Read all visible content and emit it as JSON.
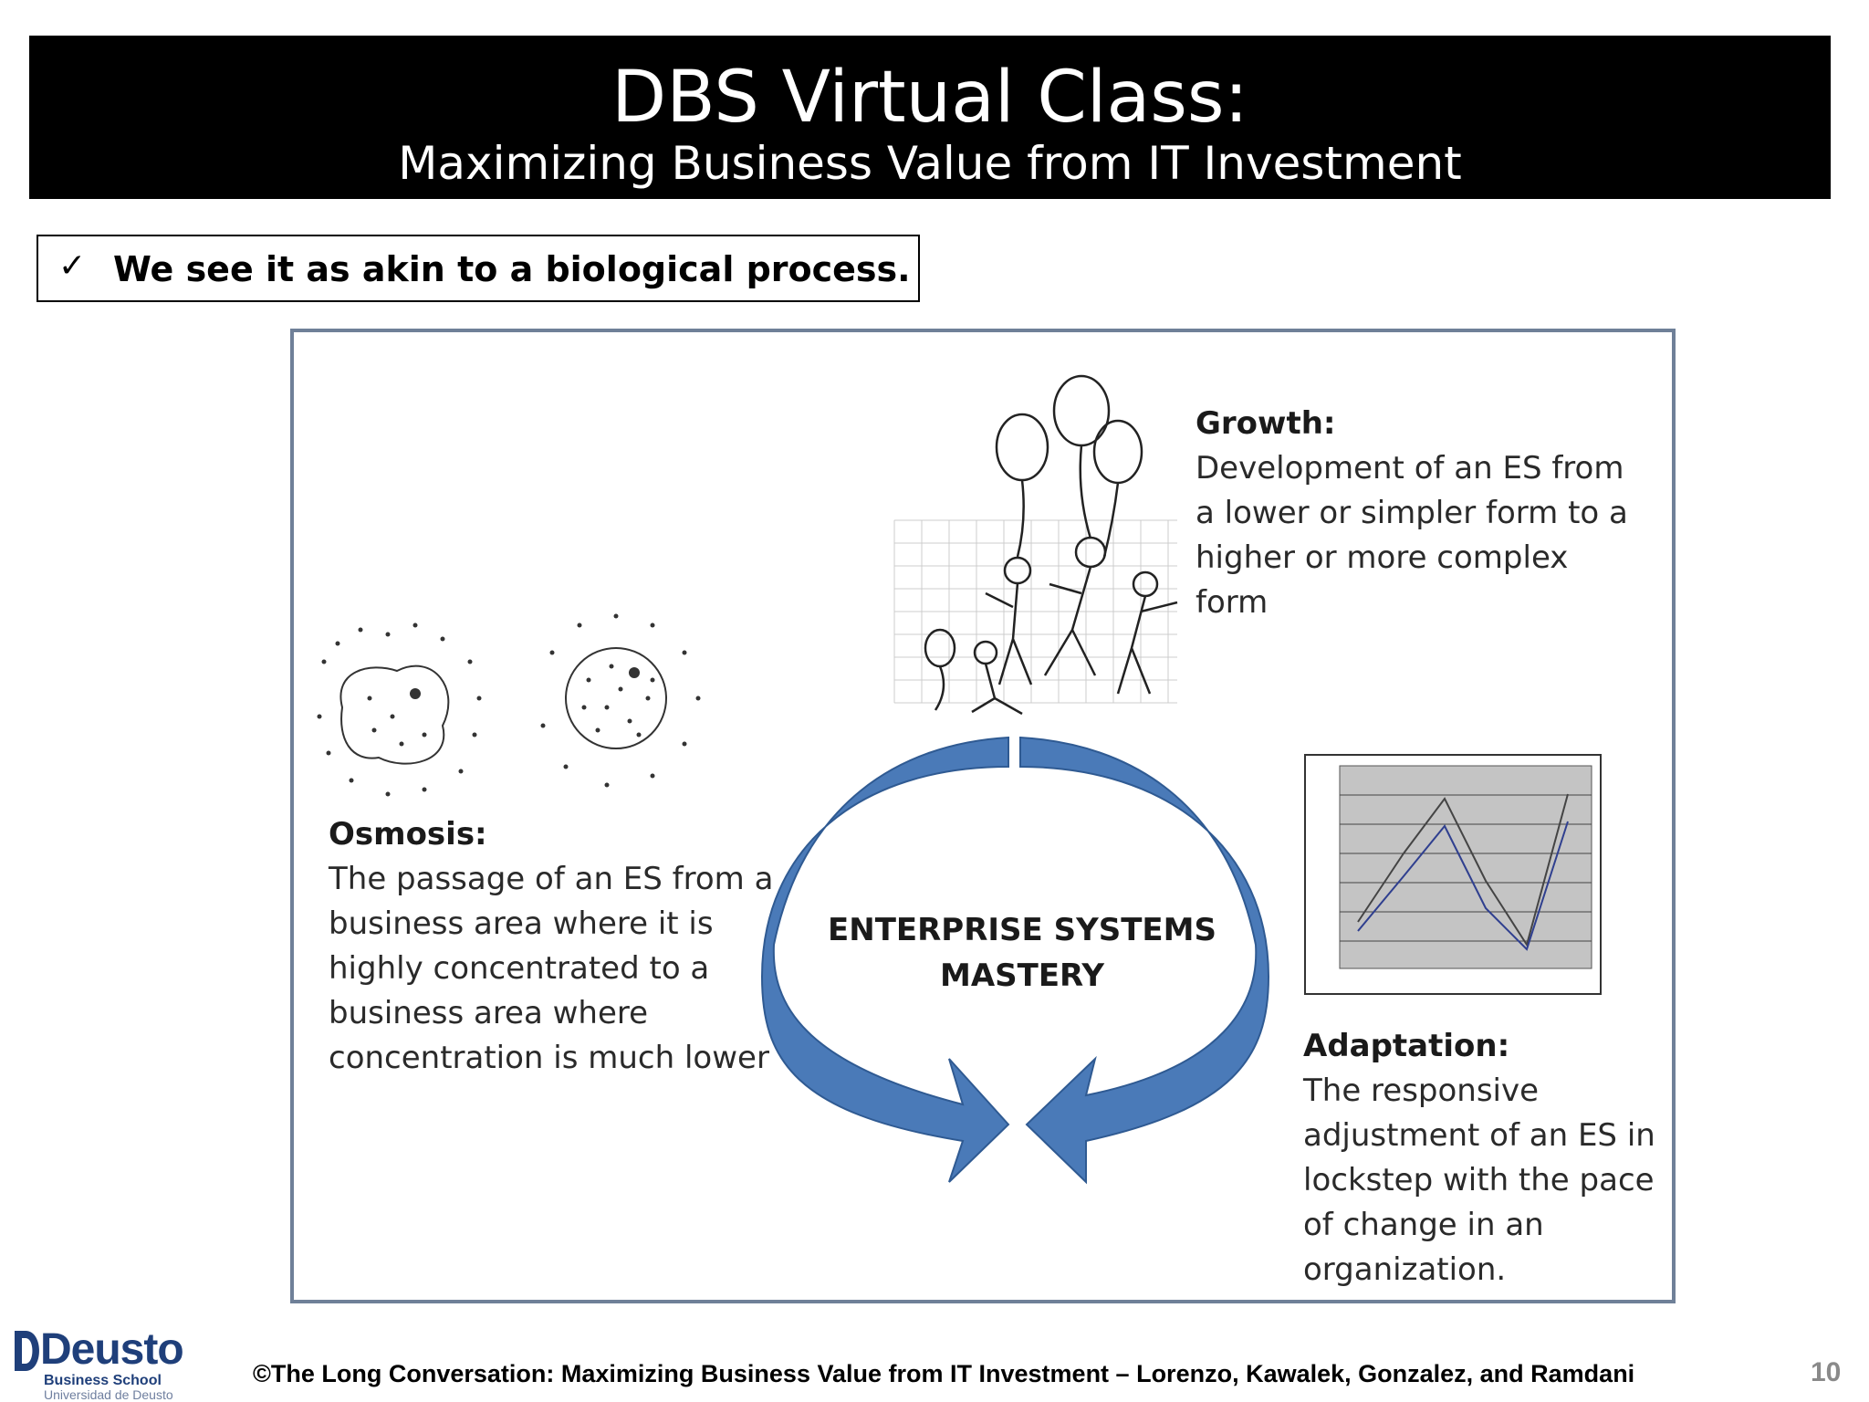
{
  "header": {
    "title": "DBS Virtual Class:",
    "subtitle": "Maximizing Business Value from IT Investment"
  },
  "bullet": {
    "check": "✓",
    "text": "We see it as akin to a biological process."
  },
  "diagram": {
    "center_label_line1": "ENTERPRISE SYSTEMS",
    "center_label_line2": "MASTERY",
    "growth": {
      "heading": "Growth:",
      "lines": [
        "Development  of an ES from",
        "a lower  or simpler  form to a",
        "higher or more complex",
        "form"
      ]
    },
    "osmosis": {
      "heading": "Osmosis:",
      "lines": [
        "The passage of an ES from a",
        "business area  where it is",
        "highly concentrated to a",
        "business area where",
        "concentration is much lower"
      ]
    },
    "adaptation": {
      "heading": "Adaptation:",
      "lines": [
        "The responsive",
        "adjustment of an ES in",
        "lockstep with the pace",
        "of change in an",
        "organization."
      ]
    },
    "arrow_color": "#4a7ab8",
    "border_color": "#6f8098"
  },
  "footer": {
    "copyright": "©The Long Conversation: Maximizing Business Value from IT Investment – Lorenzo, Kawalek, Gonzalez, and Ramdani",
    "page_number": "10"
  },
  "logo": {
    "word": "Deusto",
    "line1": "Business School",
    "line2": "Universidad de Deusto",
    "color": "#1f3f7a"
  }
}
